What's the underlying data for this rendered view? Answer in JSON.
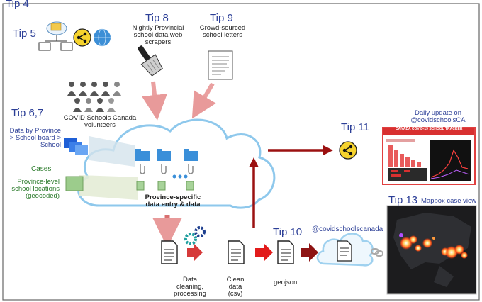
{
  "labels": {
    "tip4": "Tip 4",
    "tip5": "Tip 5",
    "tip8": "Tip 8",
    "tip8_desc": "Nightly Provincial school data web scrapers",
    "tip9": "Tip 9",
    "tip9_desc": "Crowd-sourced school letters",
    "volunteers": "COVID Schools Canada volunteers",
    "tip6_7": "Tip 6,7",
    "data_by": "Data by Province > School board > School",
    "cases": "Cases",
    "locations": "Province-level school locations (geocoded)",
    "data_entry": "Province-specific data entry & data",
    "tip10": "Tip 10",
    "github": "@covidschoolscanada",
    "cleaning": "Data cleaning, processing",
    "clean_data": "Clean data (csv)",
    "geojson": "geojson",
    "tip11": "Tip 11",
    "daily": "Daily update on @covidschoolsCA",
    "tip13": "Tip 13",
    "mapbox": "Mapbox case view",
    "dashboard_title": "CANADA COVID-19 SCHOOL TRACKER"
  },
  "icons": [
    "network-computers-icon",
    "share-icon",
    "web-globe-icon",
    "web-scraper-icon",
    "letter-document-icon",
    "volunteers-people-icon",
    "gears-icon",
    "chain-link-icon"
  ],
  "colors": {
    "tip_text": "#2c3f97",
    "green_text": "#2a7a2a",
    "cloud_outline": "#8ec8ec",
    "flow_arrow": "#9b1111",
    "input_arrow": "#e89a9a",
    "share_icon": "#f6d32d"
  }
}
